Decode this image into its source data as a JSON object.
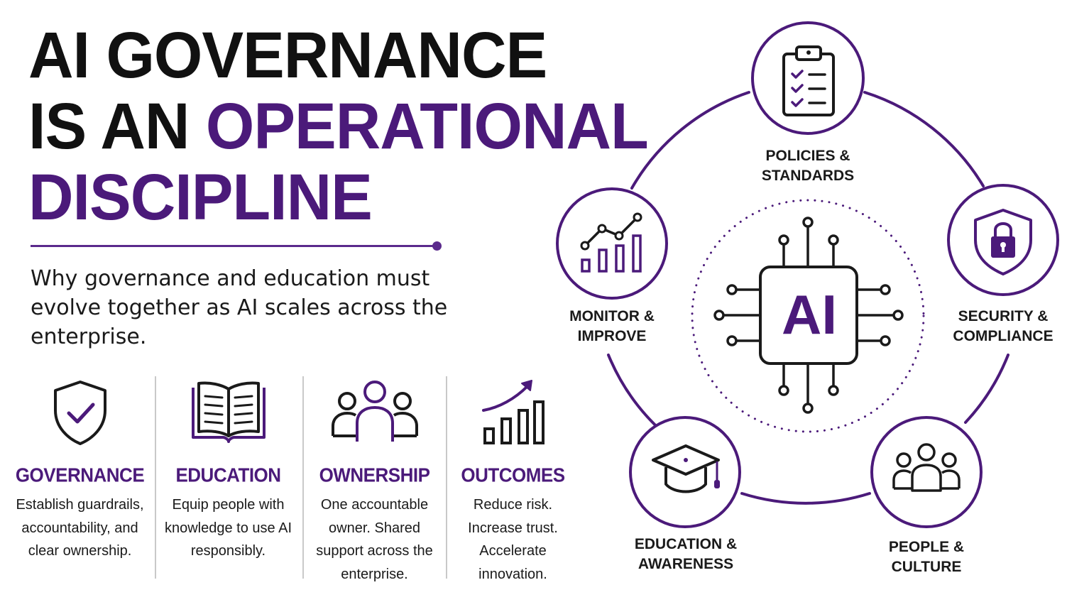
{
  "headline": {
    "line1": "AI GOVERNANCE",
    "line2_prefix": "IS AN ",
    "line2_accent": "OPERATIONAL",
    "line3_accent": "DISCIPLINE"
  },
  "subtitle": "Why governance and education must evolve together as AI scales across the enterprise.",
  "pillars": [
    {
      "icon": "shield-check-icon",
      "title": "GOVERNANCE",
      "text": "Establish guardrails, accountability, and clear ownership."
    },
    {
      "icon": "open-book-icon",
      "title": "EDUCATION",
      "text": "Equip people with knowledge to use AI responsibly."
    },
    {
      "icon": "team-icon",
      "title": "OWNERSHIP",
      "text": "One accountable owner. Shared support across the enterprise."
    },
    {
      "icon": "growth-chart-icon",
      "title": "OUTCOMES",
      "text": "Reduce risk. Increase trust. Accelerate innovation."
    }
  ],
  "cycle": {
    "center_label": "AI",
    "nodes": [
      {
        "icon": "clipboard-checklist-icon",
        "line1": "POLICIES &",
        "line2": "STANDARDS"
      },
      {
        "icon": "padlock-shield-icon",
        "line1": "SECURITY &",
        "line2": "COMPLIANCE"
      },
      {
        "icon": "people-group-icon",
        "line1": "PEOPLE &",
        "line2": "CULTURE"
      },
      {
        "icon": "graduation-cap-icon",
        "line1": "EDUCATION &",
        "line2": "AWARENESS"
      },
      {
        "icon": "analytics-chart-icon",
        "line1": "MONITOR &",
        "line2": "IMPROVE"
      }
    ]
  },
  "colors": {
    "accent": "#4b1a7a",
    "accent_line": "#5b2a8c",
    "text": "#111111",
    "divider": "#c9c9c9"
  }
}
